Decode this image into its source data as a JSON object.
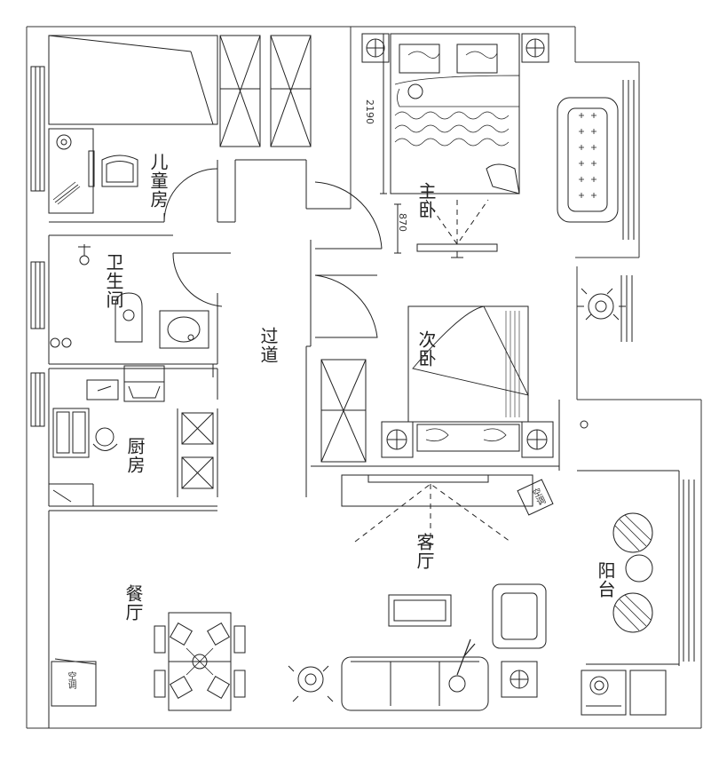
{
  "labels": {
    "kids_room": "儿童房",
    "master_bedroom": "主卧",
    "bathroom": "卫生间",
    "hallway": "过道",
    "second_bedroom": "次卧",
    "kitchen": "厨房",
    "living_room": "客厅",
    "dining_room": "餐厅",
    "balcony": "阳台"
  },
  "dimensions": {
    "bed_length": "2190",
    "bed_clearance": "870"
  },
  "fixtures": {
    "air_conditioner": "空调",
    "ac_small": "空调"
  }
}
